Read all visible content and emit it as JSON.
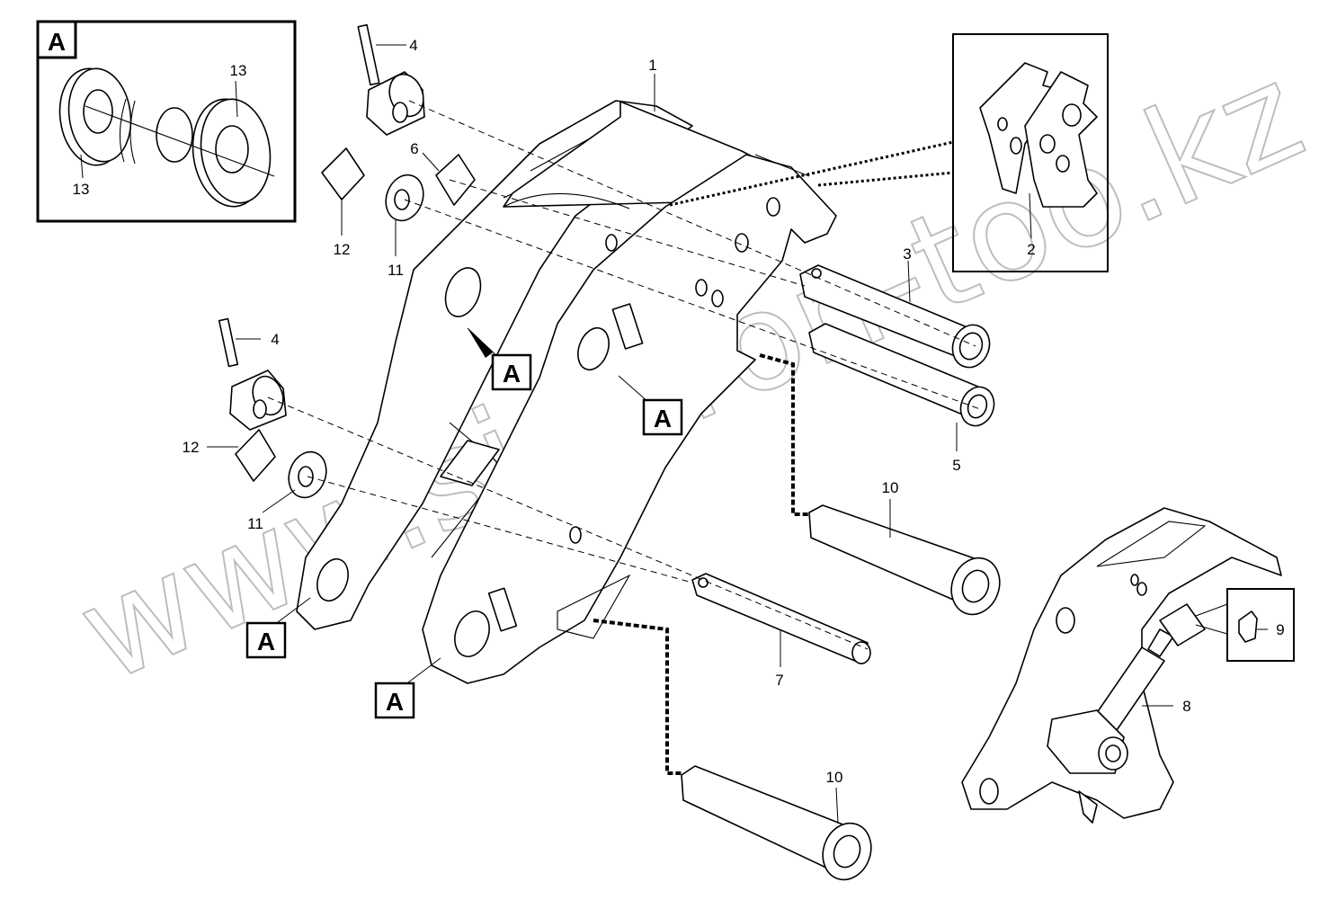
{
  "watermark": "www.sinhron-too.kz",
  "detail_letter": "A",
  "part_labels": {
    "frame": "1",
    "bracket_detail": "2",
    "pin_upper": "3",
    "lock_pin": "4",
    "pin_middle": "5",
    "clip": "6",
    "pin_lower": "7",
    "cylinder": "8",
    "grease_nipple": "9",
    "bushing_pin": "10",
    "washer": "11",
    "spring_clip": "12",
    "shim": "13"
  }
}
